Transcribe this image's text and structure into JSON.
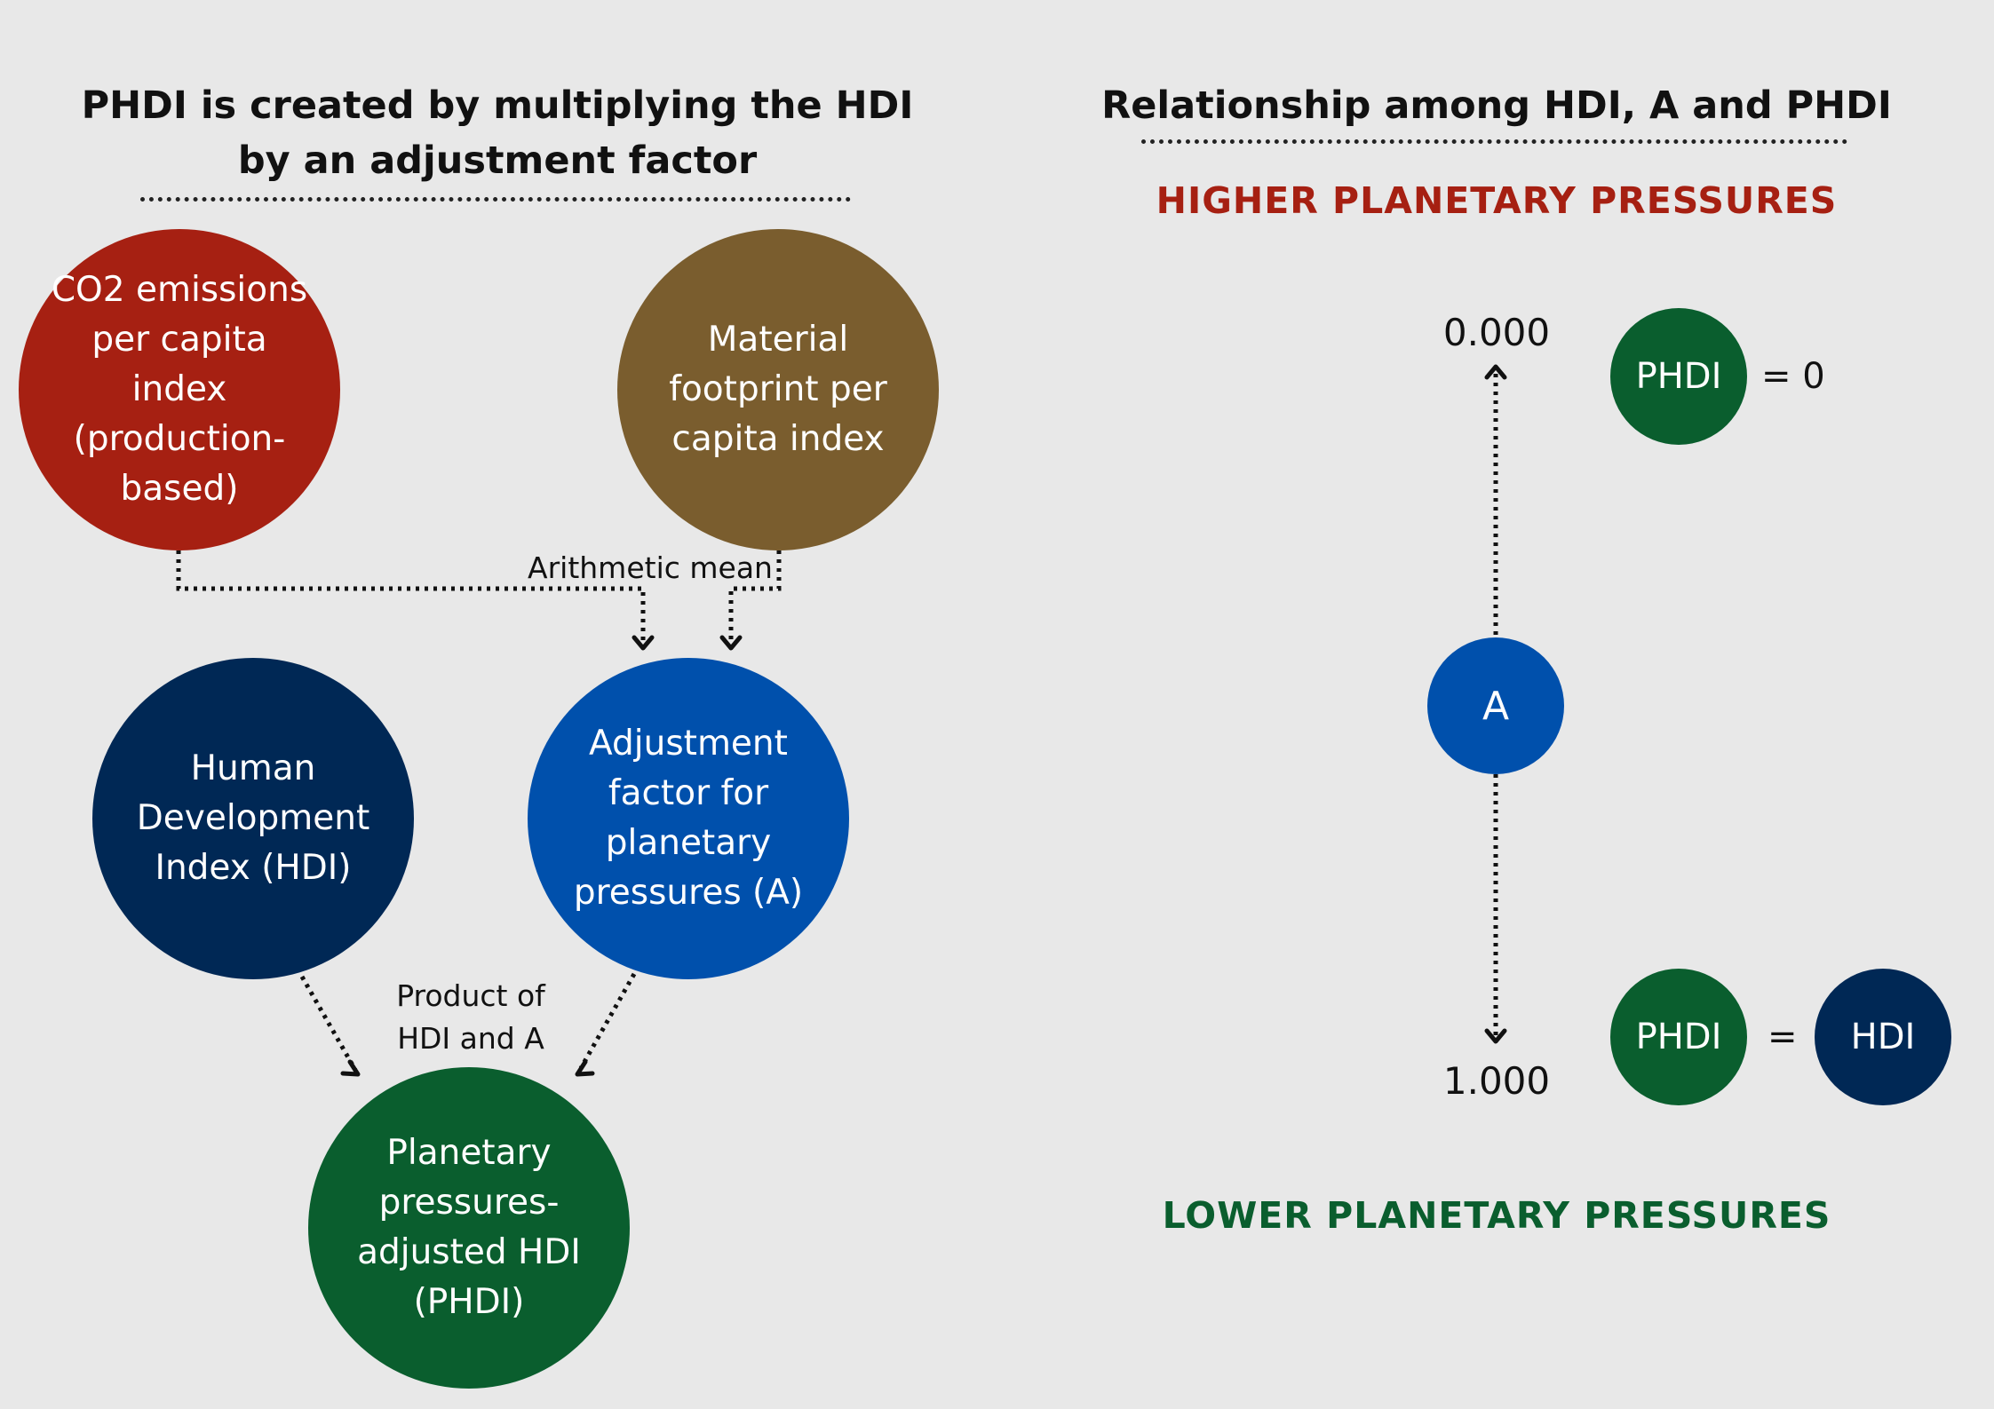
{
  "left": {
    "title_line1": "PHDI is created by multiplying the HDI",
    "title_line2": "by an adjustment factor",
    "nodes": {
      "co2": "CO2 emissions\nper capita index\n(production-\nbased)",
      "material": "Material\nfootprint per\ncapita index",
      "hdi": "Human\nDevelopment\nIndex (HDI)",
      "adjustment": "Adjustment\nfactor for\nplanetary\npressures (A)",
      "phdi": "Planetary\npressures-\nadjusted HDI\n(PHDI)"
    },
    "labels": {
      "mean": "Arithmetic mean",
      "product": "Product of\nHDI and A"
    }
  },
  "right": {
    "title": "Relationship among HDI, A and PHDI",
    "higher": "HIGHER PLANETARY PRESSURES",
    "lower": "LOWER PLANETARY PRESSURES",
    "top_value": "0.000",
    "bottom_value": "1.000",
    "a_label": "A",
    "phdi_label": "PHDI",
    "hdi_label": "HDI",
    "eq_zero": "= 0",
    "eq_sign": "="
  },
  "colors": {
    "background": "#e8e8e8",
    "co2": "#a62012",
    "material": "#7a5d2e",
    "hdi": "#002855",
    "adjustment": "#0050ac",
    "phdi": "#0a5e2e",
    "higher_text": "#a62012",
    "lower_text": "#0a5e2e"
  }
}
